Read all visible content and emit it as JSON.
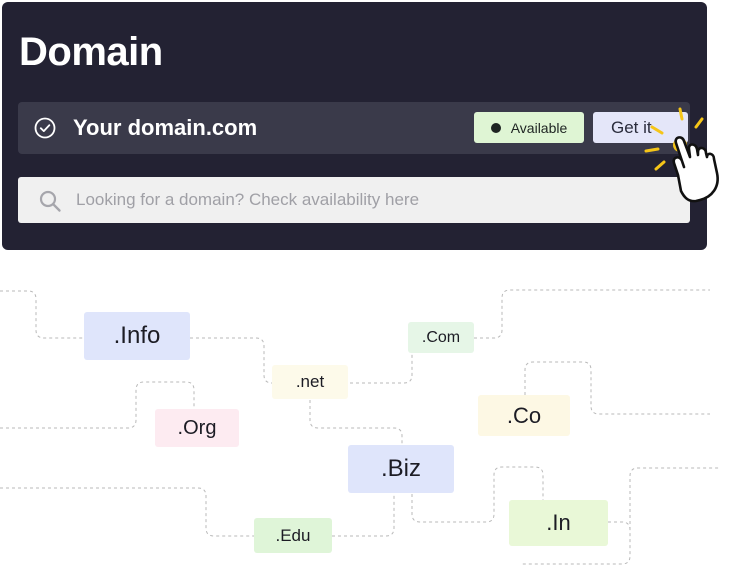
{
  "header": {
    "title": "Domain"
  },
  "domain_row": {
    "domain": "Your domain.com",
    "status": "Available",
    "button_label": "Get it"
  },
  "search": {
    "placeholder": "Looking for a domain? Check availability here"
  },
  "extensions": [
    ".Info",
    ".Com",
    ".net",
    ".Org",
    ".Co",
    ".Biz",
    ".Edu",
    ".In"
  ],
  "colors": {
    "panel": "#232233",
    "row": "#3a3a4a",
    "available_badge": "#dff5d4",
    "button": "#e4e6f9",
    "cursor_sparkle": "#f5c518"
  }
}
